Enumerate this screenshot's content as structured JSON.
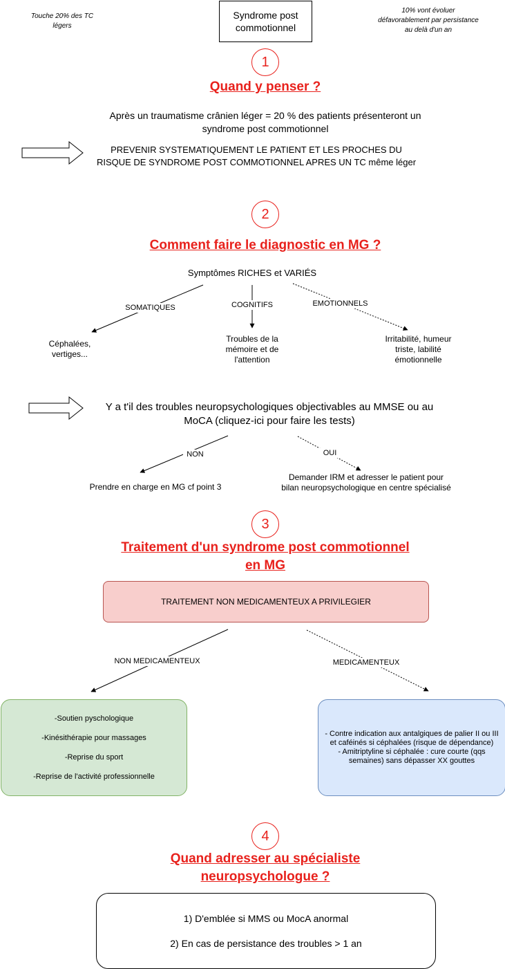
{
  "header": {
    "left_note": "Touche 20% des TC légers",
    "title": "Syndrome post commotionnel",
    "right_note": "10% vont évoluer défavorablement par persistance au delà d'un an"
  },
  "section1": {
    "number": "1",
    "heading": "Quand y penser ?",
    "text": "Après un traumatisme crânien léger = 20 % des patients présenteront un syndrome post commotionnel",
    "warning": "PREVENIR SYSTEMATIQUEMENT LE PATIENT ET LES PROCHES DU RISQUE DE SYNDROME POST COMMOTIONNEL APRES UN TC même léger"
  },
  "section2": {
    "number": "2",
    "heading": "Comment faire le diagnostic en MG ?",
    "symptoms_title": "Symptômes RICHES et VARIÉS",
    "branches": [
      {
        "label": "SOMATIQUES",
        "result": "Céphalées, vertiges..."
      },
      {
        "label": "COGNITIFS",
        "result": "Troubles de la mémoire et de l'attention"
      },
      {
        "label": "EMOTIONNELS",
        "result": "Irritabilité, humeur triste, labilité émotionnelle"
      }
    ],
    "question": "Y a t'il des troubles neuropsychologiques objectivables au MMSE ou au MoCA (cliquez-ici pour faire les tests)",
    "no_label": "NON",
    "no_result": "Prendre en charge en MG cf point 3",
    "yes_label": "OUI",
    "yes_result": "Demander IRM et adresser le patient pour bilan neuropsychologique en centre spécialisé"
  },
  "section3": {
    "number": "3",
    "heading_line1": "Traitement d'un syndrome post commotionnel",
    "heading_line2": "en MG",
    "main_box": "TRAITEMENT NON MEDICAMENTEUX A PRIVILEGIER",
    "non_med_label": "NON MEDICAMENTEUX",
    "med_label": "MEDICAMENTEUX",
    "non_med_items": [
      "-Soutien pyschologique",
      "-Kinésithérapie pour massages",
      "-Reprise du sport",
      "-Reprise de l'activité professionnelle"
    ],
    "med_items": [
      "- Contre indication aux antalgiques de palier II ou III et caféinés si céphalées (risque de dépendance)",
      "- Amitriptyline si céphalée : cure courte (qqs semaines) sans dépasser XX gouttes"
    ]
  },
  "section4": {
    "number": "4",
    "heading_line1": "Quand adresser au spécialiste",
    "heading_line2": "neuropsychologue ?",
    "items": [
      "1) D'emblée si MMS ou MocA anormal",
      "2) En cas de persistance des troubles > 1 an"
    ]
  },
  "colors": {
    "accent_red": "#e8211c",
    "red_box": "#f8cecc",
    "green_box": "#d5e8d4",
    "blue_box": "#dae8fc"
  }
}
